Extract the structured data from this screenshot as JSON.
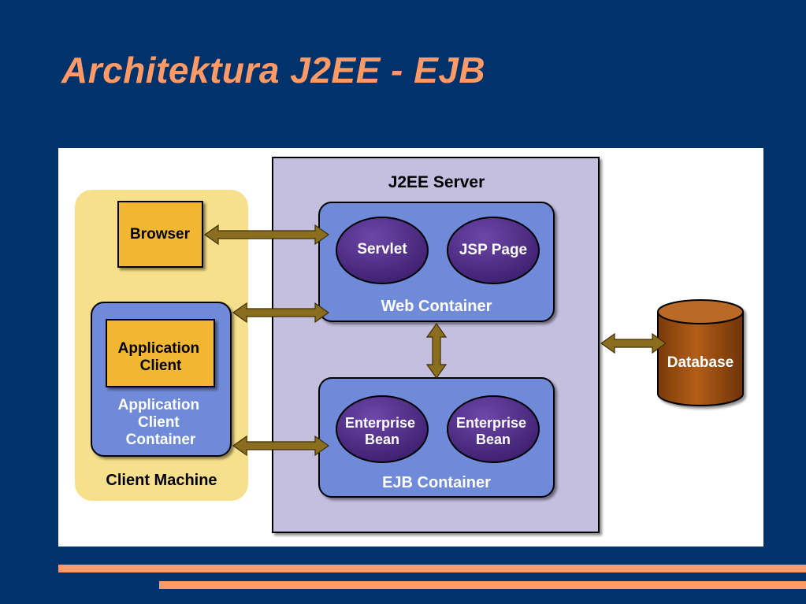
{
  "slide": {
    "title": "Architektura J2EE - EJB"
  },
  "diagram": {
    "server_label": "J2EE Server",
    "client_machine_label": "Client Machine",
    "browser_label": "Browser",
    "app_client_label": [
      "Application",
      "Client"
    ],
    "app_client_container_label": [
      "Application",
      "Client",
      "Container"
    ],
    "web_container_label": "Web Container",
    "servlet_label": "Servlet",
    "jsp_label": "JSP Page",
    "ejb_container_label": "EJB Container",
    "bean_1_label": [
      "Enterprise",
      "Bean"
    ],
    "bean_2_label": [
      "Enterprise",
      "Bean"
    ],
    "database_label": "Database"
  },
  "colors": {
    "background": "#00336b",
    "accent": "#ff9966",
    "client_machine": "#f7e08c",
    "server": "#c4bedf",
    "container": "#6e8ad8",
    "component": "#4e2b86",
    "client_box": "#f2b731",
    "database": "#9b4a0e",
    "arrow": "#8a6d1e"
  }
}
